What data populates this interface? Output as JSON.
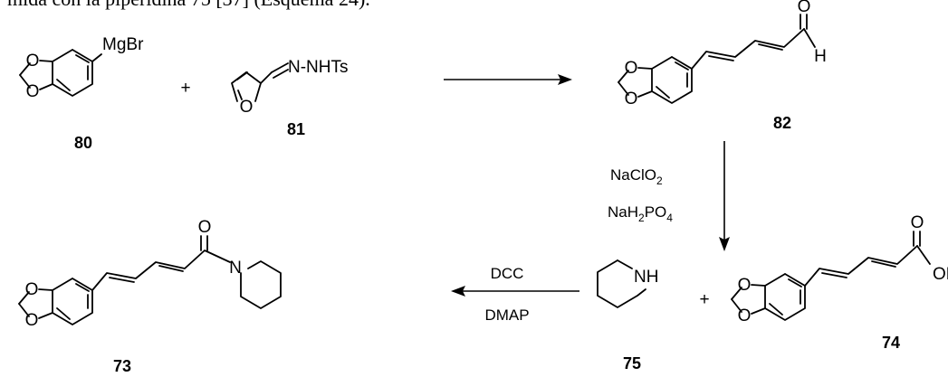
{
  "header_text": "mida con la piperidina 75 [37] (Esquema 24).",
  "atoms": {
    "O": "O",
    "OH": "OH",
    "H": "H",
    "N": "N",
    "NH": "NH",
    "MgBr": "MgBr",
    "hydrazone": "N-NHTs"
  },
  "operators": {
    "plus": "+"
  },
  "reagents": {
    "step1_top_prefix": "NaClO",
    "step1_top_sub": "2",
    "step1_bottom_prefix": "NaH",
    "step1_bottom_sub": "2",
    "step1_bottom_suffix": "PO",
    "step1_bottom_sub2": "4",
    "step2_top": "DCC",
    "step2_bottom": "DMAP"
  },
  "labels": {
    "c80": "80",
    "c81": "81",
    "c82": "82",
    "c73": "73",
    "c74": "74",
    "c75": "75"
  }
}
